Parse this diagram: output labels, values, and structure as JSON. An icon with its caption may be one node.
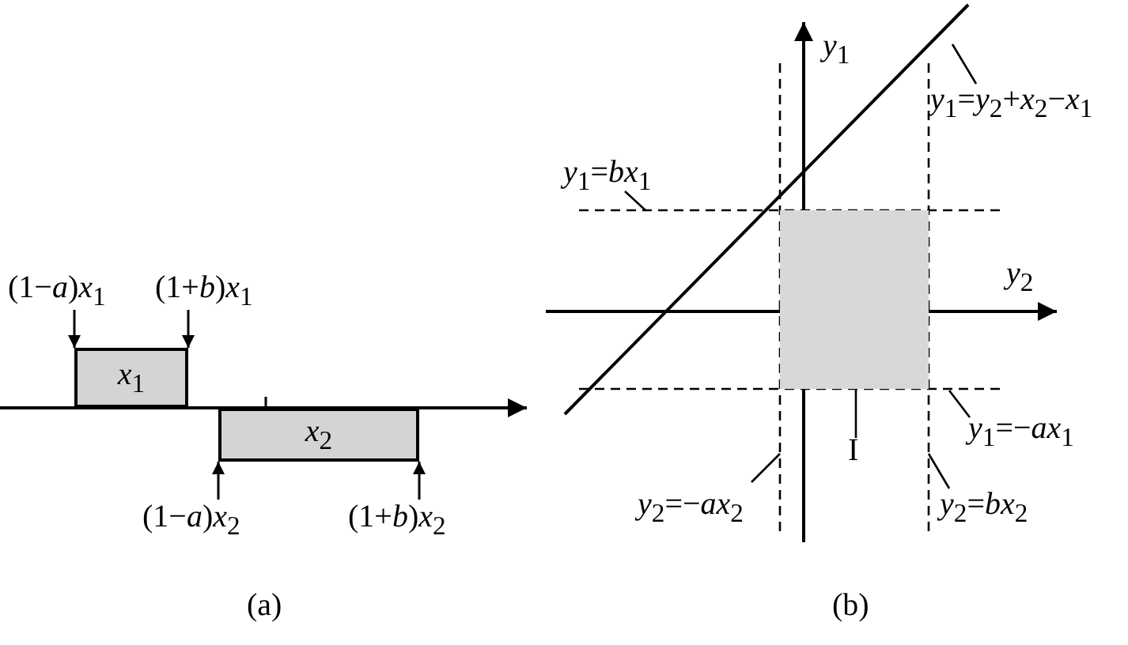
{
  "diagram": {
    "nodes": [
      {
        "text": [
          "*x*$_{1}$"
        ]
      },
      {
        "text": [
          "*x*$_{2}$"
        ]
      },
      {
        "text": [
          "(1−*a*)*x*$_{1}$"
        ]
      },
      {
        "text": [
          "(1+*b*)*x*$_{1}$"
        ]
      },
      {
        "text": [
          "(1−*a*)*x*$_{2}$"
        ]
      },
      {
        "text": [
          "(1+*b*)*x*$_{2}$"
        ]
      },
      {
        "text": [],
        "shape": "box"
      },
      {
        "text": [
          "I"
        ]
      },
      {
        "text": [
          "*y*$_{1}$=*y*$_{2}$+*x*$_{2}$−*x*$_{1}$"
        ]
      },
      {
        "text": [
          "*y*$_{1}$=*bx*$_{1}$"
        ]
      },
      {
        "text": [
          "*y*$_{1}$=−*ax*$_{1}$"
        ]
      },
      {
        "text": [
          "*y*$_{2}$=−*ax*$_{2}$"
        ]
      },
      {
        "text": [
          "*y*$_{2}$=*bx*$_{2}$"
        ]
      }
    ],
    "edges": [
      {
        "from": 2,
        "to": 0,
        "arrow": "to"
      },
      {
        "from": 3,
        "to": 0,
        "arrow": "to"
      },
      {
        "from": 4,
        "to": 1,
        "arrow": "to"
      },
      {
        "from": 5,
        "to": 1,
        "arrow": "to"
      },
      {
        "from": 7,
        "to": 6,
        "arrow": "none"
      },
      {
        "from": 8,
        "to": null,
        "arrow": "none"
      },
      {
        "from": 9,
        "to": null,
        "arrow": "none"
      },
      {
        "from": 10,
        "to": null,
        "arrow": "none"
      },
      {
        "from": 11,
        "to": null,
        "arrow": "none"
      },
      {
        "from": 12,
        "to": null,
        "arrow": "none"
      }
    ],
    "labels": [
      "*y*$_{1}$",
      "*y*$_{2}$",
      "(a)",
      "(b)"
    ]
  }
}
